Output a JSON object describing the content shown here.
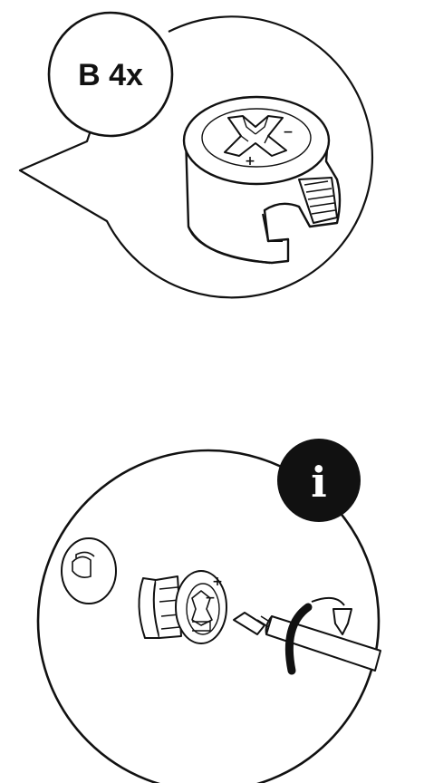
{
  "top_panel": {
    "part_label": "B 4x",
    "plus_sign": "+",
    "minus_sign": "−"
  },
  "bottom_panel": {
    "info_letter": "i",
    "plus_sign": "+",
    "minus_sign": "−"
  },
  "colors": {
    "line": "#111111",
    "background": "#ffffff",
    "info_badge": "#111111",
    "hatch": "#111111"
  },
  "icons": [
    "callout-bubble",
    "cam-lock-nut",
    "info-icon",
    "screwdriver",
    "rotate-arrow-icon"
  ]
}
